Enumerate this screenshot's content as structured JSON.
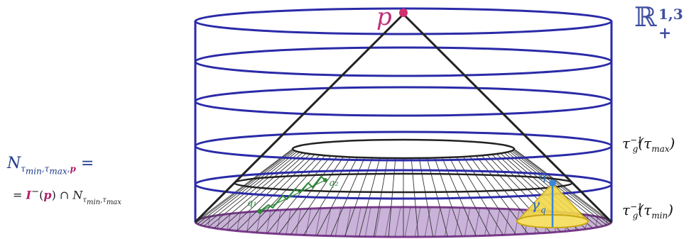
{
  "apex_label": "p",
  "space": {
    "symbol": "ℝ",
    "superscript": "1,3",
    "subscript": "+"
  },
  "formula": {
    "lhs_symbol": "N",
    "lhs_sub_1": "τ",
    "lhs_sub_1_idx": "min",
    "lhs_sub_2": "τ",
    "lhs_sub_2_idx": "max",
    "lhs_sub_p": "p",
    "equals": "=",
    "rhs_equals": "=",
    "rhs_I": "I",
    "rhs_I_sup": "−",
    "rhs_p": "p",
    "rhs_cap": "∩",
    "rhs_N": "N",
    "rhs_sub_1": "τ",
    "rhs_sub_1_idx": "min",
    "rhs_sub_2": "τ",
    "rhs_sub_2_idx": "max"
  },
  "levels": {
    "max": {
      "tau": "τ",
      "sub": "g",
      "sup": "−1",
      "arg": "(τ",
      "arg_idx": "max",
      "close": ")"
    },
    "min": {
      "tau": "τ",
      "sub": "g",
      "sup": "−1",
      "arg": "(τ",
      "arg_idx": "min",
      "close": ")"
    }
  },
  "points": {
    "q1": "q₁",
    "q2": "q₂",
    "q": "q",
    "gamma": "γ",
    "gamma_sub": "q"
  },
  "colors": {
    "cylinder": "#2a2aa8",
    "cone": "#222222",
    "apex": "#d0306e",
    "base_fill": "#c9b3d8",
    "base_stroke": "#7a3a8c",
    "curve": "#2f8a3a",
    "small_cone": "#f2d84a",
    "small_cone_stroke": "#c9a614",
    "point_q": "#3a86d8"
  }
}
